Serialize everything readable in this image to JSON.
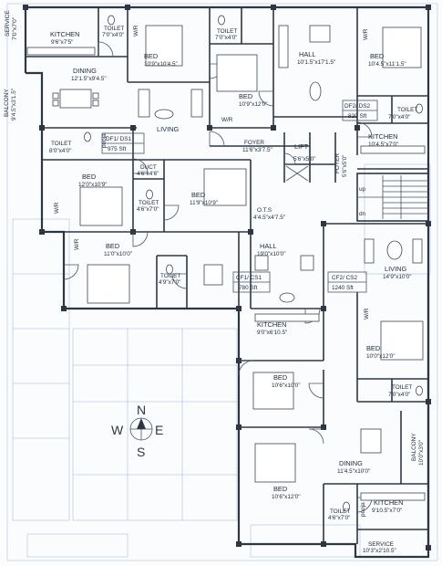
{
  "rooms": [
    {
      "id": "service-nw",
      "name": "SERVICE",
      "dim": "7'0\"x7'0\""
    },
    {
      "id": "kitchen-nw",
      "name": "KITCHEN",
      "dim": "9'6\"x7'5\""
    },
    {
      "id": "toilet-n1",
      "name": "TOILET",
      "dim": "7'0\"x4'0\""
    },
    {
      "id": "wr-n1",
      "name": "W/R",
      "dim": ""
    },
    {
      "id": "bed-n1",
      "name": "BED",
      "dim": "10'9\"x10'4.5\""
    },
    {
      "id": "toilet-n2",
      "name": "TOILET",
      "dim": "7'0\"x4'0\""
    },
    {
      "id": "bed-n2",
      "name": "BED",
      "dim": "10'9\"x12'0\""
    },
    {
      "id": "wr-n2",
      "name": "W/R",
      "dim": ""
    },
    {
      "id": "hall-ne",
      "name": "HALL",
      "dim": "10'1.5\"x17'1.5\""
    },
    {
      "id": "wr-ne",
      "name": "W/R",
      "dim": ""
    },
    {
      "id": "bed-ne",
      "name": "BED",
      "dim": "10'4.5\"x11'1.5\""
    },
    {
      "id": "toilet-ne",
      "name": "TOILET",
      "dim": "7'0\"x4'0\""
    },
    {
      "id": "dining-nw",
      "name": "DINING",
      "dim": "12'1.5\"x9'4.5\""
    },
    {
      "id": "balcony-w",
      "name": "BALCONY",
      "dim": "9'4.5\"x3'1.5\""
    },
    {
      "id": "living-nw",
      "name": "LIVING",
      "dim": ""
    },
    {
      "id": "kitchen-ne",
      "name": "KITCHEN",
      "dim": "10'4.5\"x7'0\""
    },
    {
      "id": "toilet-w",
      "name": "TOILET",
      "dim": "8'0\"x4'0\""
    },
    {
      "id": "pooja-1",
      "name": "pooja",
      "dim": ""
    },
    {
      "id": "foyer-mid",
      "name": "FOYER",
      "dim": "11'6\"x3'7.5\""
    },
    {
      "id": "lift",
      "name": "LIFT",
      "dim": "5'6\"x5'0\""
    },
    {
      "id": "foyer-side",
      "name": "FOYER",
      "dim": "5'6\"x5'0\""
    },
    {
      "id": "bed-w",
      "name": "BED",
      "dim": "12'0\"x10'9\""
    },
    {
      "id": "duct",
      "name": "DUCT",
      "dim": "4'6\"x4'6\""
    },
    {
      "id": "toilet-c",
      "name": "TOILET",
      "dim": "4'6\"x7'0\""
    },
    {
      "id": "bed-c",
      "name": "BED",
      "dim": "11'9\"x10'9\""
    },
    {
      "id": "ots",
      "name": "O.T.S",
      "dim": "4'4.5\"x4'7.5\""
    },
    {
      "id": "wr-w",
      "name": "W/R",
      "dim": ""
    },
    {
      "id": "bed-sw",
      "name": "BED",
      "dim": "11'0\"x10'0\""
    },
    {
      "id": "wr-sw",
      "name": "W/R",
      "dim": ""
    },
    {
      "id": "toilet-sw",
      "name": "TOILET",
      "dim": "4'9\"x7'0\""
    },
    {
      "id": "hall-c",
      "name": "HALL",
      "dim": "19'0\"x10'0\""
    },
    {
      "id": "living-se",
      "name": "LIVING",
      "dim": "14'9\"x10'0\""
    },
    {
      "id": "kitchen-s",
      "name": "KITCHEN",
      "dim": "9'0\"x6'10.5\""
    },
    {
      "id": "wr-se",
      "name": "W/R",
      "dim": ""
    },
    {
      "id": "bed-se",
      "name": "BED",
      "dim": "10'0\"x12'0\""
    },
    {
      "id": "bed-s1",
      "name": "BED",
      "dim": "10'6\"x10'0\""
    },
    {
      "id": "toilet-se",
      "name": "TOILET",
      "dim": "7'0\"x4'0\""
    },
    {
      "id": "balcony-se",
      "name": "BALCONY",
      "dim": "10'0\"x3'0\""
    },
    {
      "id": "dining-s",
      "name": "DINING",
      "dim": "11'4.5\"x10'0\""
    },
    {
      "id": "bed-s2",
      "name": "BED",
      "dim": "10'6\"x12'0\""
    },
    {
      "id": "toilet-s",
      "name": "TOILET",
      "dim": "4'6\"x7'0\""
    },
    {
      "id": "pooja-2",
      "name": "pooja",
      "dim": ""
    },
    {
      "id": "kitchen-se",
      "name": "KITCHEN",
      "dim": "9'10.5\"x7'0\""
    },
    {
      "id": "service-se",
      "name": "SERVICE",
      "dim": "10'3\"x2'10.5\""
    }
  ],
  "units": [
    {
      "id": "df1",
      "name": "DF1/ DS1",
      "area": "975 Sft"
    },
    {
      "id": "df2",
      "name": "DF2/ DS2",
      "area": "820 Sft"
    },
    {
      "id": "cf1",
      "name": "CF1/ CS1",
      "area": "780 Sft"
    },
    {
      "id": "cf2",
      "name": "CF2/ CS2",
      "area": "1240 Sft"
    }
  ],
  "stair": {
    "up": "up",
    "down": "dn"
  },
  "compass": {
    "n": "N",
    "s": "S",
    "e": "E",
    "w": "W"
  }
}
